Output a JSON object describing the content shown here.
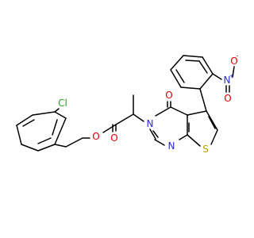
{
  "atom_colors": {
    "Cl": "#2a9d2a",
    "O": "#e00000",
    "N": "#2a2ae0",
    "S": "#b3a000",
    "C": "#000000"
  },
  "atoms": {
    "cl": {
      "text": "Cl",
      "element": "Cl"
    },
    "o_ester": {
      "text": "O",
      "element": "O"
    },
    "o_carbonyl": {
      "text": "O",
      "element": "O"
    },
    "n3": {
      "text": "N",
      "element": "N"
    },
    "n1": {
      "text": "N",
      "element": "N"
    },
    "s": {
      "text": "S",
      "element": "S"
    },
    "o_ring": {
      "text": "O",
      "element": "O"
    },
    "n_nitro": {
      "text": "N",
      "element": "N"
    },
    "n_nitro_charge": {
      "text": "+",
      "element": "N"
    },
    "o_nitro1": {
      "text": "O",
      "element": "O"
    },
    "o_nitro1_charge": {
      "text": "-",
      "element": "O"
    },
    "o_nitro2": {
      "text": "O",
      "element": "O"
    }
  }
}
